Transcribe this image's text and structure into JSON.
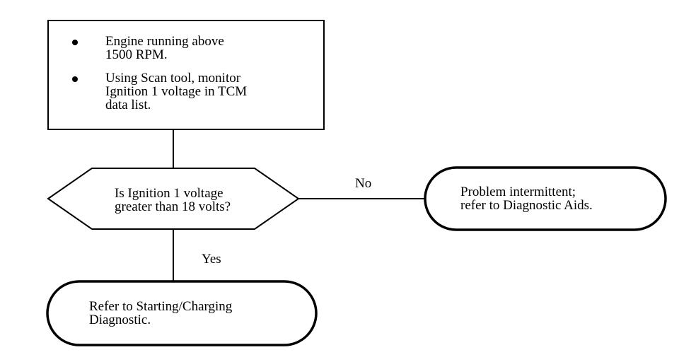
{
  "start_box": {
    "bullets": [
      "Engine running above\n1500 RPM.",
      "Using Scan tool, monitor\nIgnition 1 voltage in TCM\ndata list."
    ]
  },
  "decision": {
    "question": "Is Ignition 1 voltage\ngreater than 18 volts?"
  },
  "branches": {
    "no_label": "No",
    "yes_label": "Yes"
  },
  "no_result": {
    "text": "Problem intermittent;\nrefer to Diagnostic Aids."
  },
  "yes_result": {
    "text": "Refer to Starting/Charging\nDiagnostic."
  }
}
